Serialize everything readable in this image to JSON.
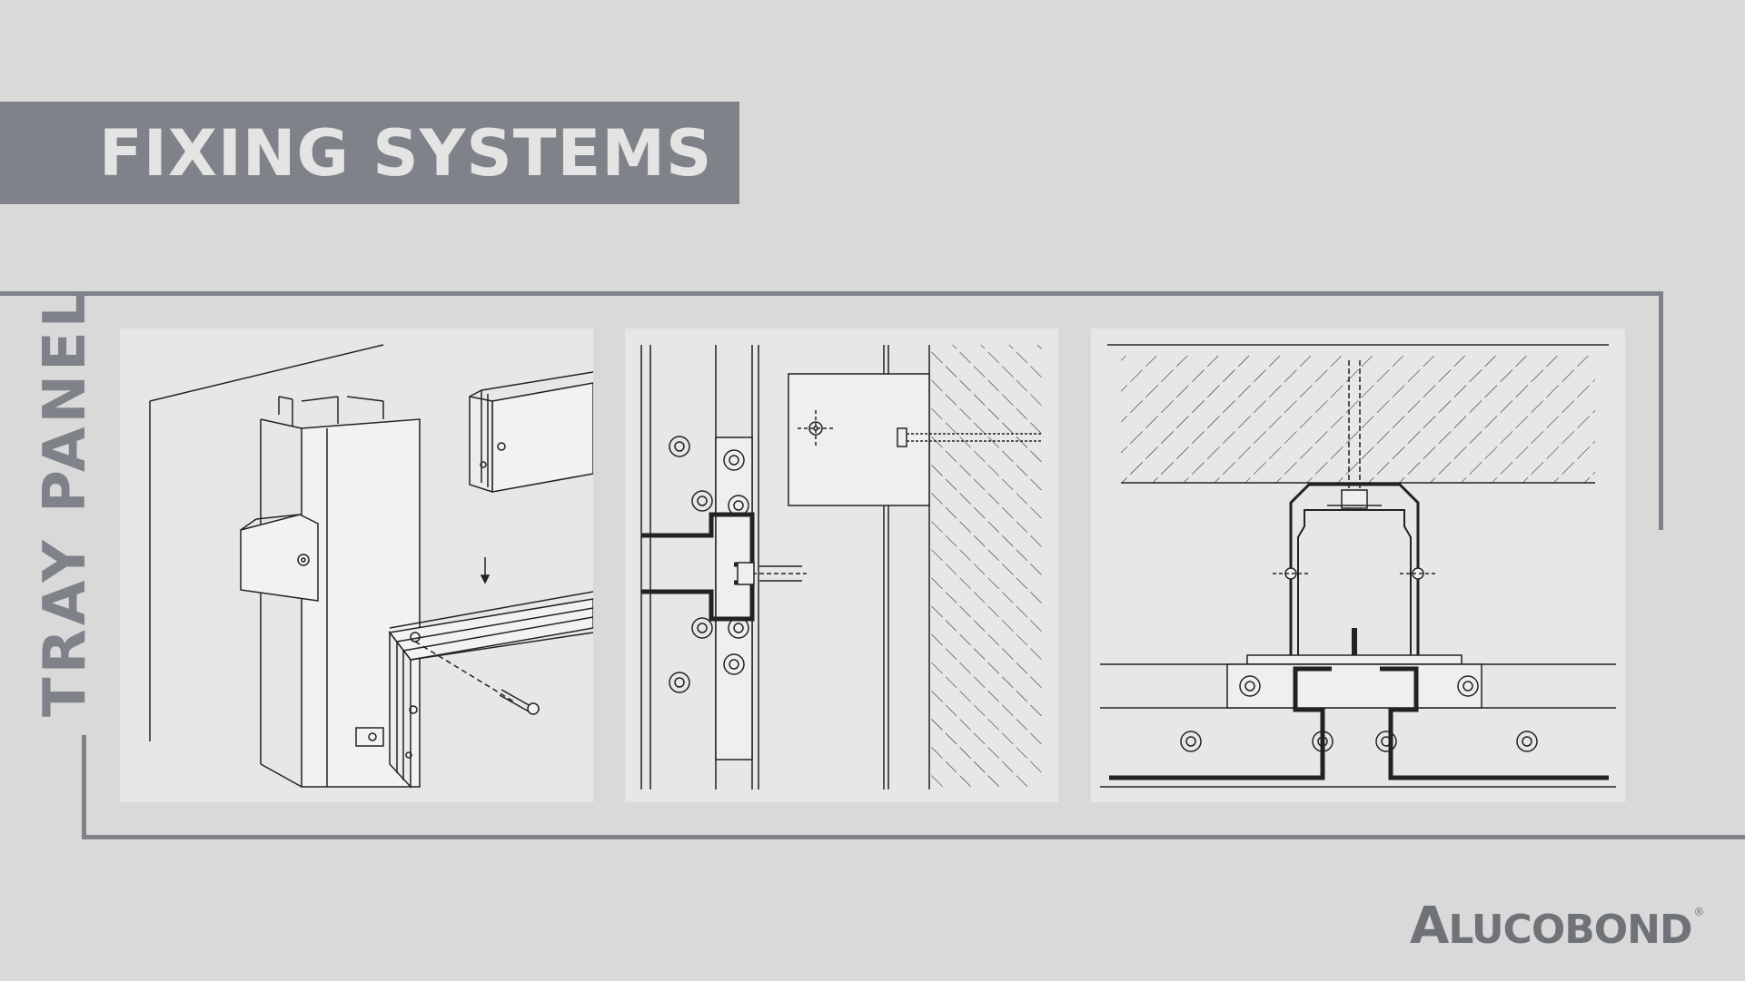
{
  "header": {
    "title": "FIXING SYSTEMS"
  },
  "section": {
    "label": "TRAY PANEL"
  },
  "brand": {
    "logo_first": "A",
    "logo_rest": "LUCOBOND",
    "registered": "®"
  },
  "colors": {
    "background": "#d9d9d9",
    "accent_gray": "#7f8389",
    "panel": "#e6e7e8",
    "line": "#222222"
  },
  "panels": [
    {
      "name": "isometric-assembly-view"
    },
    {
      "name": "horizontal-section-wall-bracket"
    },
    {
      "name": "vertical-section-ceiling-fixing"
    }
  ]
}
